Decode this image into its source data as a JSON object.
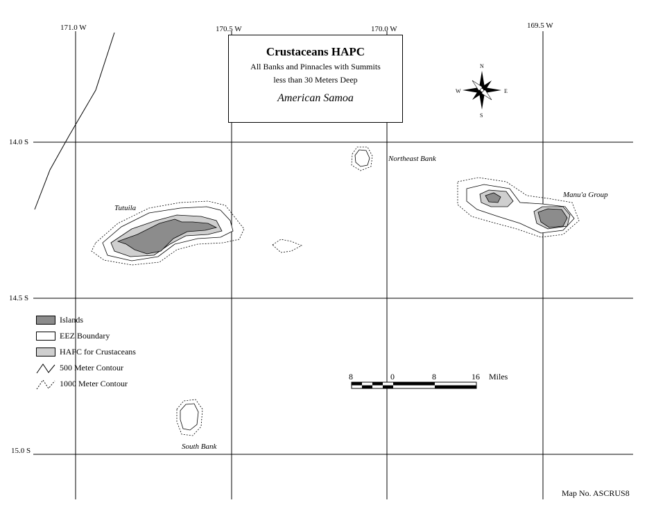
{
  "title": {
    "main": "Crustaceans HAPC",
    "line1": "All Banks and Pinnacles with Summits",
    "line2": "less than 30 Meters Deep",
    "region": "American Samoa"
  },
  "longitudes": [
    "171.0 W",
    "170.5 W",
    "170.0 W",
    "169.5 W"
  ],
  "latitudes": [
    "14.0 S",
    "14.5 S",
    "15.0 S"
  ],
  "places": {
    "tutuila": "Tutuila",
    "northeast_bank": "Northeast Bank",
    "manua_group": "Manu'a Group",
    "south_bank": "South Bank"
  },
  "compass": {
    "n": "N",
    "s": "S",
    "e": "E",
    "w": "W"
  },
  "legend": [
    {
      "label": "Islands",
      "color": "#8c8c8c"
    },
    {
      "label": "EEZ Boundary",
      "color": "#ffffff"
    },
    {
      "label": "HAPC for Crustaceans",
      "color": "#cfcfcf"
    },
    {
      "label": "500 Meter Contour"
    },
    {
      "label": "1000 Meter Contour"
    }
  ],
  "scale_bar": {
    "ticks": [
      "8",
      "0",
      "8",
      "16"
    ],
    "unit": "Miles"
  },
  "map_number": "Map No. ASCRUS8",
  "colors": {
    "island": "#8c8c8c",
    "hapc": "#cfcfcf",
    "line": "#000000"
  }
}
